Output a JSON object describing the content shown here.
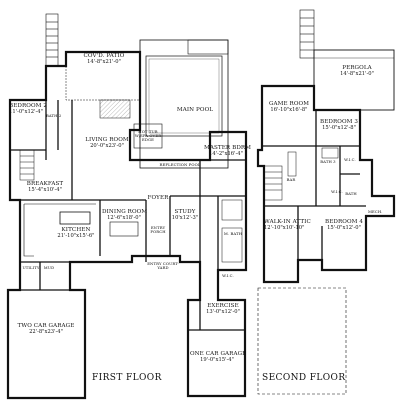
{
  "floors": {
    "first": {
      "title": "FIRST FLOOR"
    },
    "second": {
      "title": "SECOND FLOOR"
    }
  },
  "rooms": {
    "covd_patio": {
      "name": "COV'D. PATIO",
      "dim": "14'-8\"x21'-0\""
    },
    "bedroom2": {
      "name": "BEDROOM 2",
      "dim": "11'-0\"x12'-4\""
    },
    "bath2": {
      "name": "BATH 2"
    },
    "living_room": {
      "name": "LIVING ROOM",
      "dim": "20'-0\"x23'-0\""
    },
    "main_pool": {
      "name": "MAIN POOL"
    },
    "hot_tub": {
      "name": "HOT TUB W/SPA OVER EDGE"
    },
    "reflection_pool": {
      "name": "REFLECTION POOL"
    },
    "master_bedroom": {
      "name": "MASTER BDRM",
      "dim": "14'-2\"x16'-4\""
    },
    "breakfast": {
      "name": "BREAKFAST",
      "dim": "15'-4\"x10'-4\""
    },
    "foyer": {
      "name": "FOYER"
    },
    "dining_room": {
      "name": "DINING ROOM",
      "dim": "12'-6\"x18'-0\""
    },
    "study": {
      "name": "STUDY",
      "dim": "10'x12'-3\""
    },
    "kitchen": {
      "name": "KITCHEN",
      "dim": "21'-10\"x15'-6\""
    },
    "entry_porch": {
      "name": "ENTRY PORCH"
    },
    "entry_court": {
      "name": "ENTRY COURT-YARD"
    },
    "m_bath": {
      "name": "M. BATH"
    },
    "wic_master": {
      "name": "W.I.C."
    },
    "utility": {
      "name": "UTILITY"
    },
    "mud": {
      "name": "MUD"
    },
    "exercise": {
      "name": "EXERCISE",
      "dim": "13'-0\"x12'-0\""
    },
    "two_car_garage": {
      "name": "TWO CAR GARAGE",
      "dim": "22'-8\"x23'-4\""
    },
    "one_car_garage": {
      "name": "ONE CAR GARAGE",
      "dim": "19'-0\"x15'-4\""
    },
    "pergola": {
      "name": "PERGOLA",
      "dim": "14'-8\"x21'-0\""
    },
    "game_room": {
      "name": "GAME ROOM",
      "dim": "16'-10\"x16'-8\""
    },
    "bedroom3": {
      "name": "BEDROOM 3",
      "dim": "15'-0\"x12'-8\""
    },
    "bath3": {
      "name": "BATH 3"
    },
    "wic_b3": {
      "name": "W.I.C."
    },
    "bar": {
      "name": "BAR"
    },
    "walkin_attic": {
      "name": "WALK-IN ATTIC",
      "dim": "12'-10\"x10'-10\""
    },
    "bedroom4": {
      "name": "BEDROOM 4",
      "dim": "15'-0\"x12'-0\""
    },
    "wic_b4": {
      "name": "W.I.C."
    },
    "bath4": {
      "name": "BATH"
    },
    "mech": {
      "name": "MECH."
    }
  }
}
